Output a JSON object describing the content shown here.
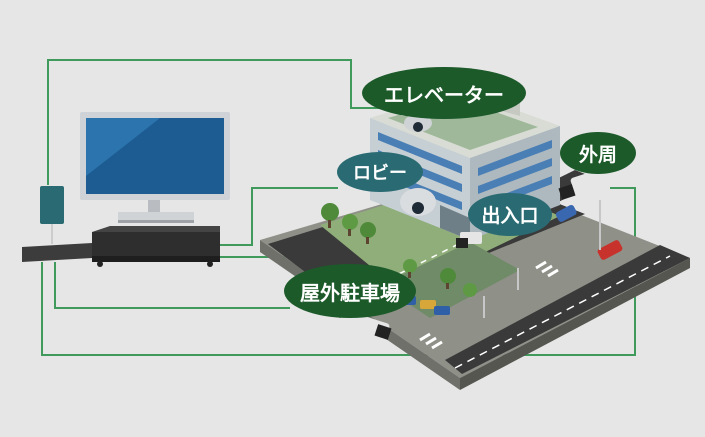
{
  "labels": {
    "elevator": "エレベーター",
    "lobby": "ロビー",
    "entrance": "出入口",
    "perimeter": "外周",
    "outdoor_parking": "屋外駐車場"
  },
  "colors": {
    "background": "#e6e6e6",
    "label_green": "#1c5a2a",
    "label_teal": "#2a6b73",
    "cable": "#3f9a5c",
    "road": "#3a3a3a",
    "ground": "#8fae7a"
  },
  "icons": {
    "monitor": "monitor-icon",
    "recorder": "recorder-icon",
    "adapter": "adapter-icon",
    "dome_camera": "dome-camera-icon",
    "bullet_camera": "bullet-camera-icon",
    "building": "building-icon",
    "car": "car-icon",
    "tree": "tree-icon"
  }
}
